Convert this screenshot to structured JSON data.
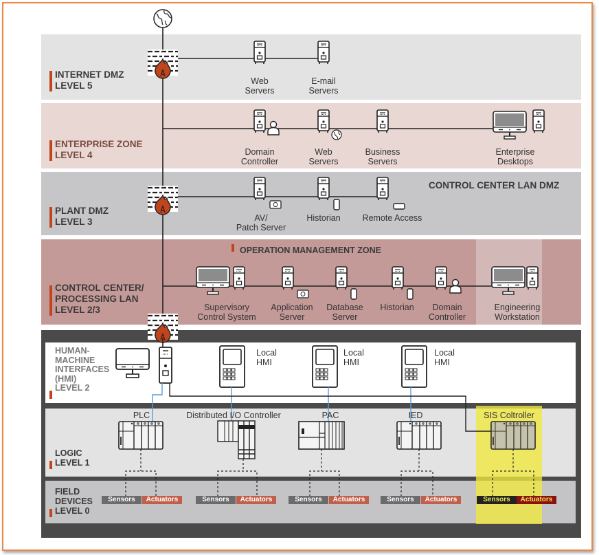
{
  "colors": {
    "frame": "#ea8a4a",
    "accent_bar": "#c0441c",
    "flame": "#c0441c",
    "level5_bg": "#e3e3e3",
    "level4_bg": "#e9d7d4",
    "level3_bg": "#c6c6c8",
    "level23_bg": "#c49a98",
    "otdark_bg": "#4a4a4a",
    "sis_highlight": "#eee65c",
    "hmi_link": "#5b9bd5"
  },
  "icons": {
    "internet": "globe-icon",
    "firewall": "firewall-icon",
    "server": "server-icon",
    "workstation": "desktop-icon",
    "user": "user-icon",
    "hmi_panel": "hmi-panel-icon",
    "controller": "controller-rack-icon"
  },
  "zones": {
    "level5": {
      "name": "INTERNET DMZ",
      "level": "LEVEL 5",
      "nodes": [
        {
          "label1": "Web",
          "label2": "Servers"
        },
        {
          "label1": "E-mail",
          "label2": "Servers"
        }
      ]
    },
    "level4": {
      "name": "ENTERPRISE ZONE",
      "level": "LEVEL 4",
      "nodes": [
        {
          "label1": "Domain",
          "label2": "Controller"
        },
        {
          "label1": "Web",
          "label2": "Servers"
        },
        {
          "label1": "Business",
          "label2": "Servers"
        },
        {
          "label1": "Enterprise",
          "label2": "Desktops"
        }
      ]
    },
    "level3": {
      "name": "PLANT DMZ",
      "level": "LEVEL 3",
      "subzone": "CONTROL CENTER LAN DMZ",
      "nodes": [
        {
          "label1": "AV/",
          "label2": "Patch Server"
        },
        {
          "label1": "Historian",
          "label2": ""
        },
        {
          "label1": "Remote Access",
          "label2": ""
        }
      ]
    },
    "level23": {
      "name1": "CONTROL CENTER/",
      "name2": "PROCESSING LAN",
      "level": "LEVEL 2/3",
      "subzone": "OPERATION MANAGEMENT ZONE",
      "nodes": [
        {
          "label1": "Supervisory",
          "label2": "Control System"
        },
        {
          "label1": "Application",
          "label2": "Server"
        },
        {
          "label1": "Database",
          "label2": "Server"
        },
        {
          "label1": "Historian",
          "label2": ""
        },
        {
          "label1": "Domain",
          "label2": "Controller"
        },
        {
          "label1": "Engineering",
          "label2": "Workstation"
        }
      ]
    },
    "level2": {
      "name1": "HUMAN-",
      "name2": "MACHINE",
      "name3": "INTERFACES",
      "name4": "(HMI)",
      "level": "LEVEL 2",
      "nodes": [
        {
          "label1": "Local",
          "label2": "HMI"
        },
        {
          "label1": "Local",
          "label2": "HMI"
        },
        {
          "label1": "Local",
          "label2": "HMI"
        }
      ]
    },
    "level1": {
      "name": "LOGIC",
      "level": "LEVEL 1",
      "nodes": [
        {
          "label": "PLC"
        },
        {
          "label": "Distributed I/O Controller"
        },
        {
          "label": "PAC"
        },
        {
          "label": "IED"
        },
        {
          "label": "SIS Coltroller"
        }
      ]
    },
    "level0": {
      "name1": "FIELD",
      "name2": "DEVICES",
      "level": "LEVEL 0",
      "sensors": "Sensors",
      "actuators": "Actuators"
    }
  }
}
